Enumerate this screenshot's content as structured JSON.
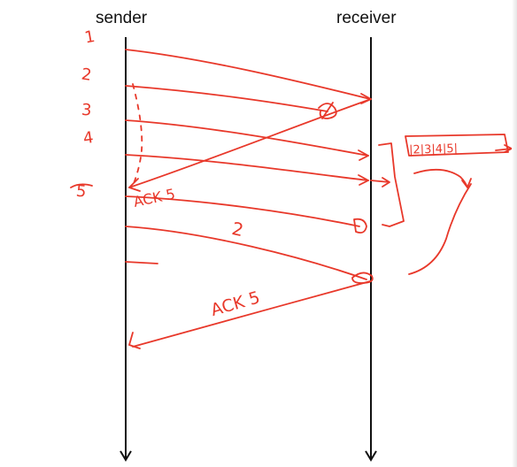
{
  "diagram": {
    "labels": {
      "sender": "sender",
      "receiver": "receiver"
    },
    "handwritten": {
      "seq_1": "1",
      "seq_2": "2",
      "seq_3": "3",
      "seq_4": "4",
      "seq_5": "5",
      "ack_first": "ACK 5",
      "retransmit": "2",
      "ack_second": "ACK 5",
      "buffer": "|2|3|4|5|"
    },
    "colors": {
      "ink": "#e8382a",
      "timeline": "#111111"
    }
  }
}
